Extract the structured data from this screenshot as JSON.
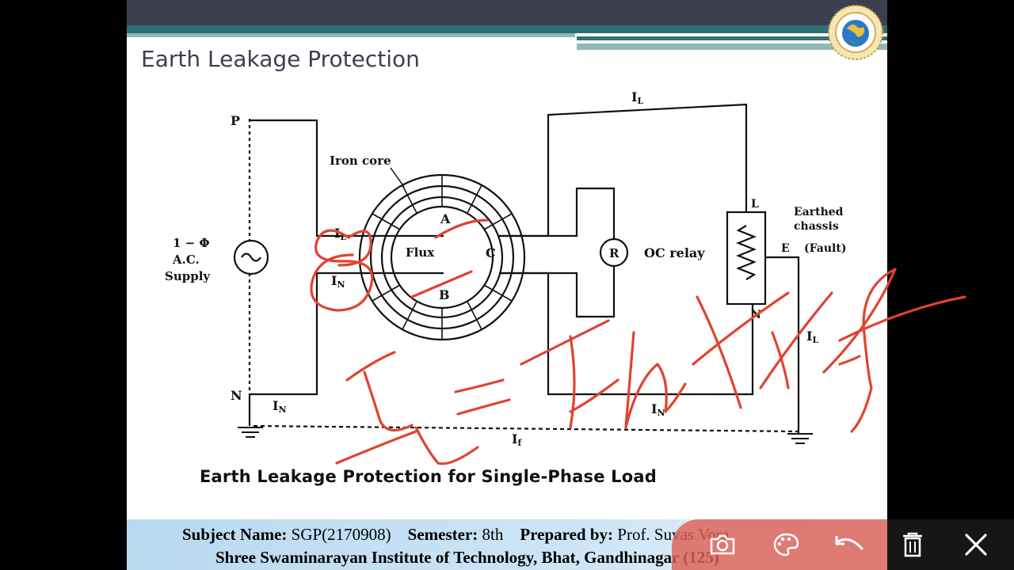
{
  "slide": {
    "title": "Earth Leakage Protection",
    "caption": "Earth Leakage Protection for Single-Phase Load"
  },
  "diagram": {
    "labels": {
      "phase": "P",
      "neutral": "N",
      "supply_line1": "1 − Φ",
      "supply_line2": "A.C.",
      "supply_line3": "Supply",
      "iron_core": "Iron core",
      "coil_a": "A",
      "coil_b": "B",
      "coil_c": "C",
      "flux": "Flux",
      "il_top": "I",
      "il_top_sub": "L",
      "il_core": "I",
      "il_core_sub": "L",
      "in_core": "I",
      "in_core_sub": "N",
      "in_bottom": "I",
      "in_bottom_sub": "N",
      "in_right": "I",
      "in_right_sub": "N",
      "relay_symbol": "R",
      "relay_label": "OC relay",
      "load_l": "L",
      "load_n": "N",
      "load_e": "E",
      "earthed_chassis_1": "Earthed",
      "earthed_chassis_2": "chassis",
      "fault": "(Fault)",
      "if_label": "I",
      "if_sub": "f",
      "il_right": "I",
      "il_right_sub": "L"
    }
  },
  "footer": {
    "subject_label": "Subject Name:",
    "subject_value": "SGP(2170908)",
    "semester_label": "Semester:",
    "semester_value": "8th",
    "prepared_label": "Prepared by:",
    "prepared_value": "Prof. Suvas Vora",
    "institute": "Shree Swaminarayan Institute of Technology, Bhat, Gandhinagar (125)"
  },
  "annotation": {
    "handwritten_formula": "I L = IN + If",
    "ink_color": "#e0432f"
  },
  "toolbar": {
    "icons": [
      "camera-icon",
      "palette-icon",
      "undo-icon",
      "delete-icon",
      "close-icon"
    ],
    "accent_color": "#de6056"
  }
}
